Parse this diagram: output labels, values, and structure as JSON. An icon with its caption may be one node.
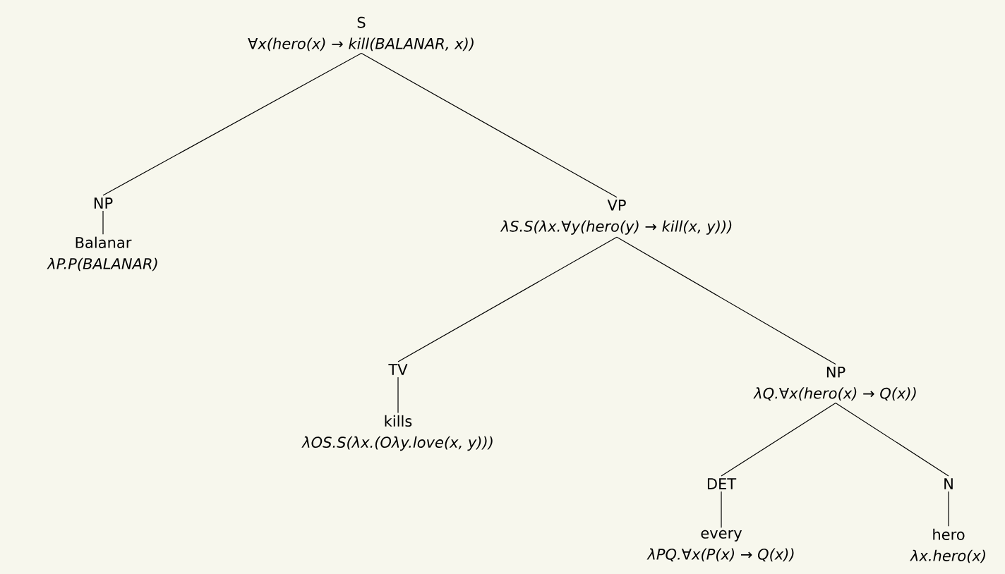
{
  "diagram": {
    "nodes": [
      {
        "text": [
          "S",
          "∀x(hero(x) → kill(BALANAR, x))"
        ]
      },
      {
        "text": [
          "NP"
        ]
      },
      {
        "text": [
          "Balanar",
          "λP.P(BALANAR)"
        ]
      },
      {
        "text": [
          "VP",
          "λS.S(λx.∀y(hero(y) → kill(x, y)))"
        ]
      },
      {
        "text": [
          "TV"
        ]
      },
      {
        "text": [
          "kills",
          "λOS.S(λx.(Oλy.love(x, y)))"
        ]
      },
      {
        "text": [
          "NP",
          "λQ.∀x(hero(x) → Q(x))"
        ]
      },
      {
        "text": [
          "DET"
        ]
      },
      {
        "text": [
          "every",
          "λPQ.∀x(P(x) → Q(x))"
        ]
      },
      {
        "text": [
          "N"
        ]
      },
      {
        "text": [
          "hero",
          "λx.hero(x)"
        ]
      }
    ],
    "edges": [
      {
        "from": 0,
        "to": 1,
        "arrow": "none"
      },
      {
        "from": 0,
        "to": 3,
        "arrow": "none"
      },
      {
        "from": 1,
        "to": 2,
        "arrow": "none"
      },
      {
        "from": 3,
        "to": 4,
        "arrow": "none"
      },
      {
        "from": 3,
        "to": 6,
        "arrow": "none"
      },
      {
        "from": 4,
        "to": 5,
        "arrow": "none"
      },
      {
        "from": 6,
        "to": 7,
        "arrow": "none"
      },
      {
        "from": 6,
        "to": 9,
        "arrow": "none"
      },
      {
        "from": 7,
        "to": 8,
        "arrow": "none"
      },
      {
        "from": 9,
        "to": 10,
        "arrow": "none"
      }
    ]
  }
}
